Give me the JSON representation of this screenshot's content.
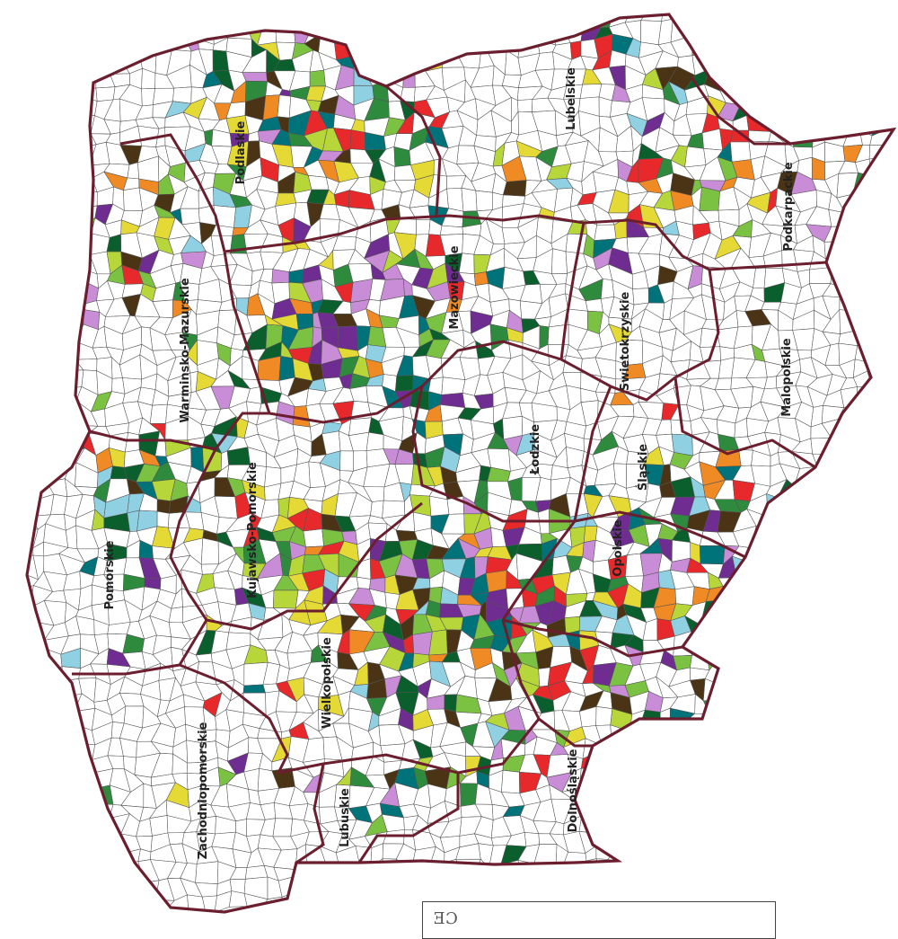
{
  "map": {
    "regions": [
      {
        "id": "podlaskie",
        "label": "Podlaskie"
      },
      {
        "id": "lubelskie",
        "label": "Lubelskie"
      },
      {
        "id": "warminsko-mazurskie",
        "label": "Warminsko-Mazurskie"
      },
      {
        "id": "mazowieckie",
        "label": "Mazowieckie"
      },
      {
        "id": "podkarpackie",
        "label": "Podkarpackie"
      },
      {
        "id": "swietokrzyskie",
        "label": "Swietokrzyskie"
      },
      {
        "id": "malopolskie",
        "label": "Malopolskie"
      },
      {
        "id": "lodzkie",
        "label": "Łodzkie"
      },
      {
        "id": "slaskie",
        "label": "Śląskie"
      },
      {
        "id": "kujawsko-pomorskie",
        "label": "Kujawsko-Pomorskie"
      },
      {
        "id": "pomorskie",
        "label": "Pomorskie"
      },
      {
        "id": "opolskie",
        "label": "Opolskie"
      },
      {
        "id": "wielkopolskie",
        "label": "Wielkopolskie"
      },
      {
        "id": "zachodniopomorskie",
        "label": "Zachodniopomorskie"
      },
      {
        "id": "lubuskie",
        "label": "Lubuskie"
      },
      {
        "id": "dolnoslaskie",
        "label": "Dolnośląskie"
      }
    ],
    "palette": [
      "#2e8b3d",
      "#7cc242",
      "#b7d639",
      "#f08a24",
      "#e8292b",
      "#00727a",
      "#6f2c91",
      "#c98cd6",
      "#e5d935",
      "#8fd0e3",
      "#4a3415",
      "#0a5f2c"
    ],
    "border_color": "#6b1e2e",
    "unit_outline_color": "#555555"
  },
  "legend": {
    "glyph": "ƎƆ"
  }
}
